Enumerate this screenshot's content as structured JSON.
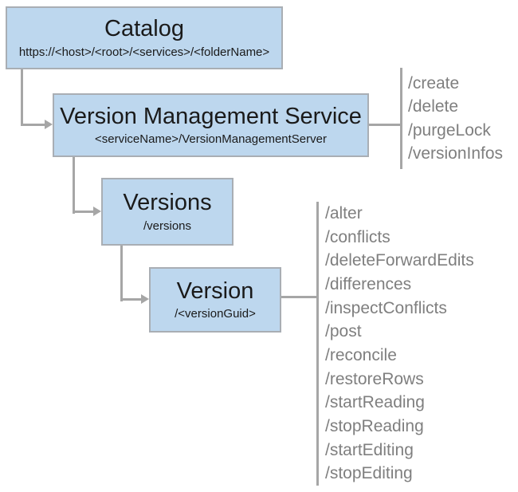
{
  "nodes": {
    "catalog": {
      "title": "Catalog",
      "subtitle": "https://<host>/<root>/<services>/<folderName>"
    },
    "version_management_service": {
      "title": "Version Management Service",
      "subtitle": "<serviceName>/VersionManagementServer",
      "operations": [
        "/create",
        "/delete",
        "/purgeLock",
        "/versionInfos"
      ]
    },
    "versions": {
      "title": "Versions",
      "subtitle": "/versions"
    },
    "version": {
      "title": "Version",
      "subtitle": "/<versionGuid>",
      "operations": [
        "/alter",
        "/conflicts",
        "/deleteForwardEdits",
        "/differences",
        "/inspectConflicts",
        "/post",
        "/reconcile",
        "/restoreRows",
        "/startReading",
        "/stopReading",
        "/startEditing",
        "/stopEditing"
      ]
    }
  },
  "colors": {
    "node_fill": "#bdd7ee",
    "node_border": "#a9aeb4",
    "connector": "#a6a6a6",
    "operation_text": "#7f7f7f",
    "node_text": "#1a1a1a",
    "background": "#ffffff"
  }
}
